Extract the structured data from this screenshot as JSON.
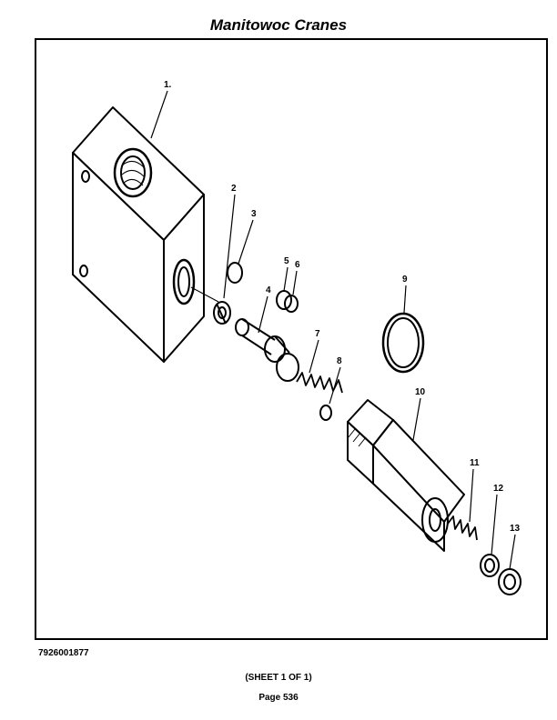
{
  "header": {
    "title": "Manitowoc Cranes"
  },
  "diagram": {
    "callouts": [
      "1.",
      "2",
      "3",
      "4",
      "5",
      "6",
      "7",
      "8",
      "9",
      "10",
      "11",
      "12",
      "13"
    ]
  },
  "footer": {
    "doc_number": "7926001877",
    "sheet": "(SHEET 1 OF 1)",
    "page": "Page 536"
  }
}
